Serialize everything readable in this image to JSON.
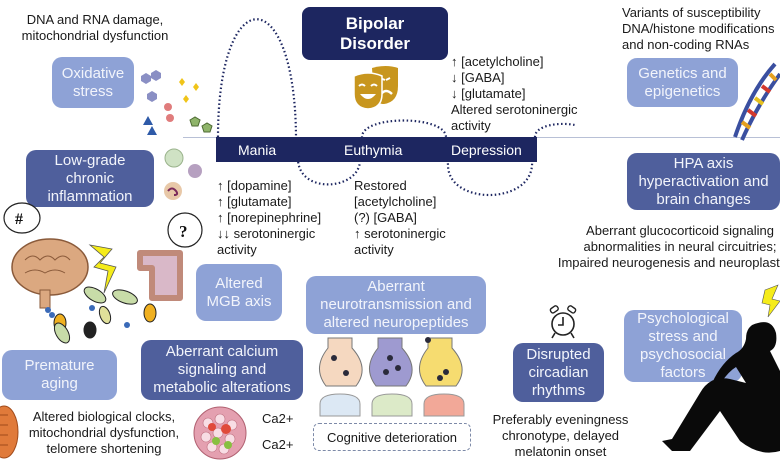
{
  "title": "Bipolar\nDisorder",
  "phases": [
    "Mania",
    "Euthymia",
    "Depression"
  ],
  "phase_notes": {
    "depression": "↑ [acetylcholine]\n↓ [GABA]\n↓ [glutamate]\nAltered serotoninergic\nactivity",
    "mania": "↑ [dopamine]\n↑ [glutamate]\n↑ [norepinephrine]\n↓↓ serotoninergic\nactivity",
    "euthymia": "Restored\n[acetylcholine]\n(?) [GABA]\n↑ serotoninergic\nactivity"
  },
  "factors": {
    "oxidative_stress": {
      "label": "Oxidative\nstress",
      "note": "DNA and RNA damage,\nmitochondrial dysfunction"
    },
    "genetics": {
      "label": "Genetics and\nepigenetics",
      "note": "Variants of susceptibility\nDNA/histone modifications\nand non-coding RNAs"
    },
    "inflammation": {
      "label": "Low-grade\nchronic\ninflammation"
    },
    "hpa_axis": {
      "label": "HPA axis\nhyperactivation and\nbrain changes",
      "note": "Aberrant glucocorticoid signaling\nabnormalities in neural circuitries;\nImpaired neurogenesis and neuroplasticity"
    },
    "mgb_axis": {
      "label": "Altered\nMGB axis"
    },
    "neurotransmission": {
      "label": "Aberrant\nneurotransmission and\naltered neuropeptides",
      "note": "Cognitive deterioration"
    },
    "psychological_stress": {
      "label": "Psychological\nstress and\npsychosocial\nfactors"
    },
    "premature_aging": {
      "label": "Premature\naging",
      "note": "Altered biological clocks,\nmitochondrial dysfunction,\ntelomere shortening"
    },
    "calcium": {
      "label": "Aberrant calcium\nsignaling and\nmetabolic alterations",
      "ions": [
        "Ca2+",
        "Ca2+"
      ]
    },
    "circadian": {
      "label": "Disrupted\ncircadian\nrhythms",
      "note": "Preferably eveningness\nchronotype, delayed\nmelatonin onset"
    }
  },
  "speech_bubbles": {
    "brain": "#",
    "gut": "?"
  },
  "colors": {
    "navy": "#1d2660",
    "light_box": "#8ea2d6",
    "dark_box": "#4f5f9c",
    "mask_gold": "#c8961e"
  }
}
